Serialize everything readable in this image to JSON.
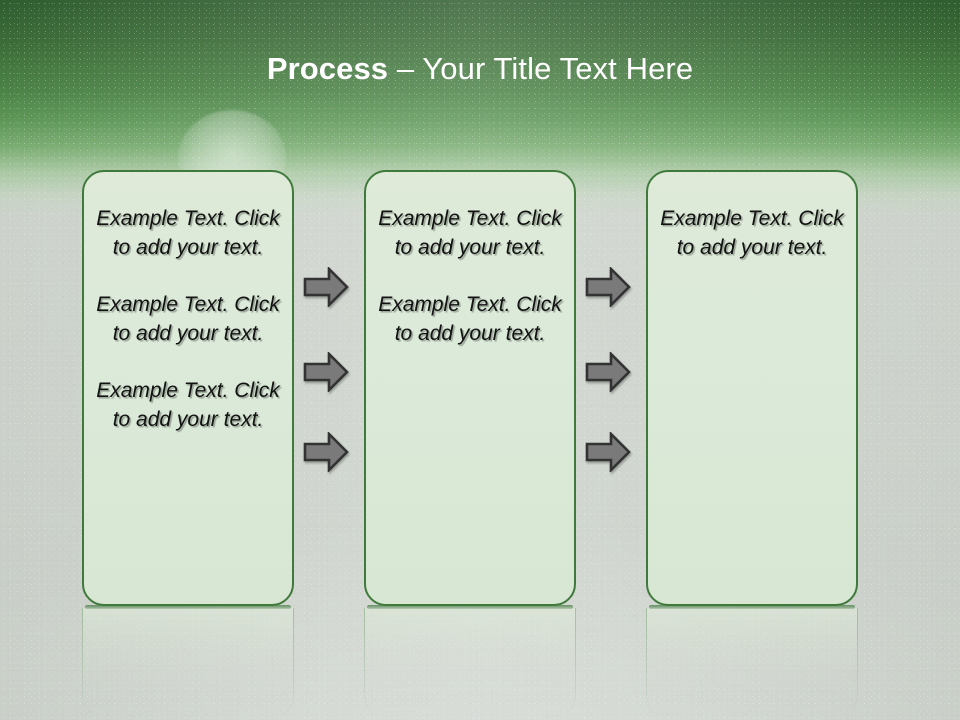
{
  "slide": {
    "title": {
      "strong": "Process",
      "rest": " – Your Title Text Here"
    },
    "theme": {
      "header_green_dark": "#2f5d2f",
      "header_green_light": "#5d9657",
      "box_border": "#3f7a3c",
      "box_fill": "#dcead6",
      "background": "#ccd2cb",
      "arrow_fill": "#7a7a7a",
      "arrow_outline": "#333333",
      "title_color": "#ffffff",
      "body_text_color": "#121212"
    },
    "boxes": [
      {
        "id": "box-1",
        "paragraphs": [
          "Example Text. Click  to add your text.",
          "Example Text. Click  to add your text.",
          "Example Text. Click  to add your text."
        ]
      },
      {
        "id": "box-2",
        "paragraphs": [
          "Example Text. Click  to add your text.",
          "Example Text. Click  to add your text."
        ]
      },
      {
        "id": "box-3",
        "paragraphs": [
          "Example Text. Click  to add your text."
        ]
      }
    ],
    "arrows": {
      "icon": "right-arrow-icon",
      "columns": 2,
      "rows": 3,
      "count": 6
    }
  }
}
